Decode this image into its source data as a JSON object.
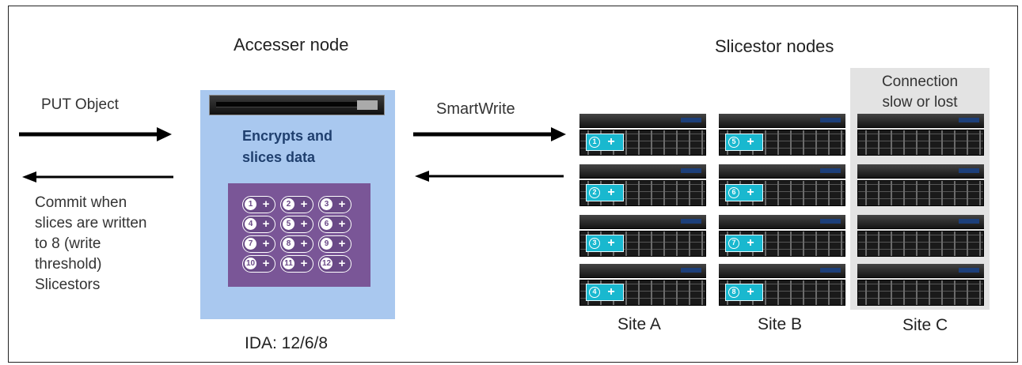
{
  "titles": {
    "accesser": "Accesser node",
    "slicestor": "Slicestor nodes"
  },
  "left": {
    "put_object": "PUT Object",
    "commit_lines": [
      "Commit when",
      "slices are written",
      "to 8 (write",
      "threshold)",
      "Slicestors"
    ]
  },
  "accesser": {
    "text_lines": [
      "Encrypts and",
      "slices data"
    ],
    "slices": [
      "1",
      "2",
      "3",
      "4",
      "5",
      "6",
      "7",
      "8",
      "9",
      "10",
      "11",
      "12"
    ],
    "ida": "IDA: 12/6/8"
  },
  "smartwrite": "SmartWrite",
  "site_c_note_lines": [
    "Connection",
    "slow or lost"
  ],
  "sites": [
    {
      "label": "Site A",
      "slices": [
        "1",
        "2",
        "3",
        "4"
      ]
    },
    {
      "label": "Site B",
      "slices": [
        "5",
        "6",
        "7",
        "8"
      ]
    },
    {
      "label": "Site C",
      "slices": []
    }
  ],
  "colors": {
    "accesser_box": "#a9c8ef",
    "slice_panel": "#7a5697",
    "slice_badge": "#19b8cf",
    "site_c_background": "#e3e3e3"
  }
}
